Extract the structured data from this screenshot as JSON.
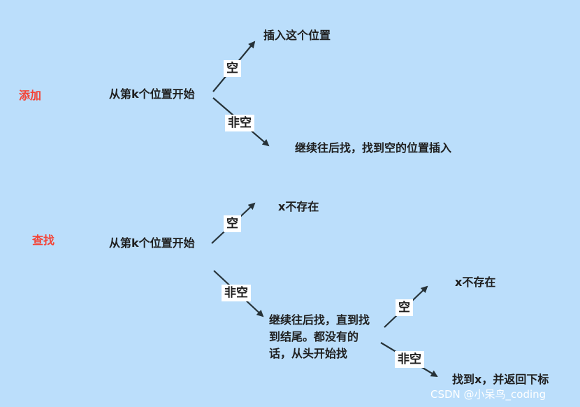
{
  "top": {
    "title": "添加",
    "start": "从第k个位置开始",
    "empty_label": "空",
    "empty_result": "插入这个位置",
    "nonempty_label": "非空",
    "nonempty_result": "继续往后找，找到空的位置插入"
  },
  "bottom": {
    "title": "查找",
    "start": "从第k个位置开始",
    "empty_label": "空",
    "empty_result": "x不存在",
    "nonempty_label": "非空",
    "nonempty_result": "继续往后找，直到找到结尾。都没有的话，从头开始找",
    "sub": {
      "empty_label": "空",
      "empty_result": "x不存在",
      "nonempty_label": "非空",
      "nonempty_result": "找到x，并返回下标"
    }
  },
  "watermark": "CSDN @小呆鸟_coding"
}
